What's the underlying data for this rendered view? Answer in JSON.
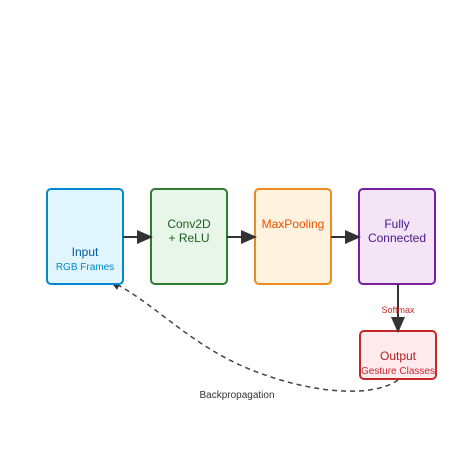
{
  "nodes": {
    "input": {
      "title": "Input",
      "subtitle": "RGB Frames",
      "fill": "#e1f5fe",
      "stroke": "#0288d1",
      "title_color": "#01579b",
      "subtitle_color": "#0288d1"
    },
    "conv": {
      "line1": "Conv2D",
      "line2": "+ ReLU",
      "fill": "#e8f5e9",
      "stroke": "#2e7d32",
      "text_color": "#1b5e20"
    },
    "pool": {
      "title": "MaxPooling",
      "fill": "#fff3e0",
      "stroke": "#ef8a1c",
      "text_color": "#e65100"
    },
    "fc": {
      "line1": "Fully",
      "line2": "Connected",
      "fill": "#f3e5f5",
      "stroke": "#7b1fa2",
      "text_color": "#4a148c"
    },
    "output": {
      "title": "Output",
      "subtitle": "Gesture Classes",
      "fill": "#ffebee",
      "stroke": "#c62828",
      "title_color": "#b71c1c",
      "subtitle_color": "#c62828"
    }
  },
  "edges": {
    "softmax_label": "Softmax",
    "softmax_color": "#c62828",
    "backprop_label": "Backpropagation",
    "backprop_color": "#333333",
    "arrow_color": "#333333"
  }
}
